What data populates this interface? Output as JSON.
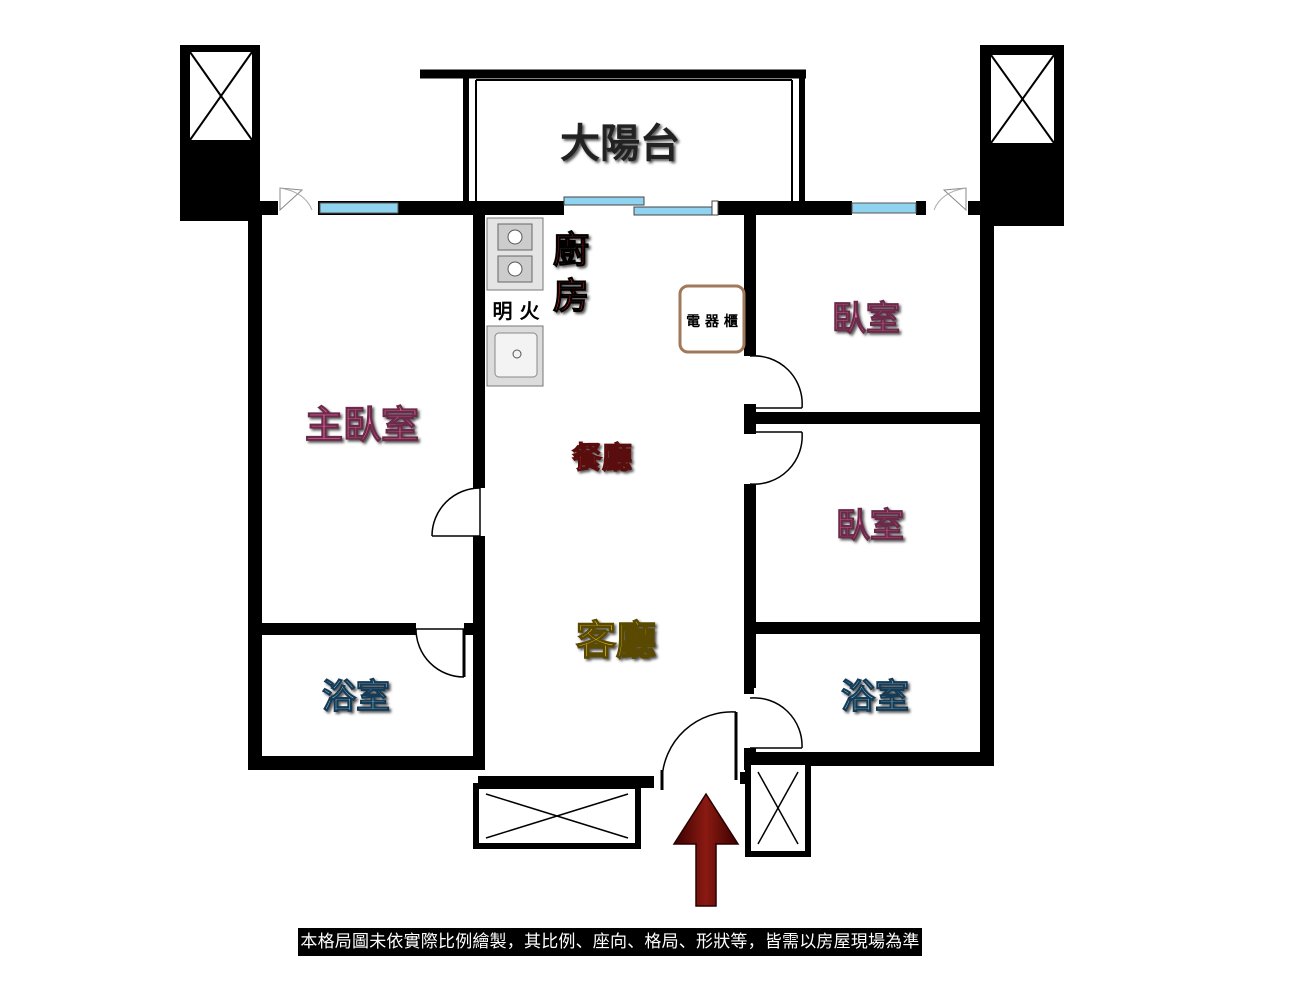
{
  "rooms": {
    "balcony": "大陽台",
    "kitchen_line1": "廚",
    "kitchen_line2": "房",
    "open_flame": "明 火",
    "appliance_cabinet": "電 器 櫃",
    "master_bedroom": "主臥室",
    "dining_room": "餐廳",
    "bedroom_1": "臥室",
    "bedroom_2": "臥室",
    "living_room": "客廳",
    "bathroom_left": "浴室",
    "bathroom_right": "浴室"
  },
  "disclaimer": "本格局圖未依實際比例繪製，其比例、座向、格局、形狀等，皆需以房屋現場為準",
  "colors": {
    "wall": "#000000",
    "window": "#8fd3f0",
    "bedroom_text": "#f06aa6",
    "kitchen_text": "#d11f1f",
    "dining_text": "#d8453a",
    "living_text": "#f5d33a",
    "bath_text": "#7fc0e8",
    "cabinet_border": "#a0785a",
    "entrance_arrow": "#6e0a0a"
  }
}
